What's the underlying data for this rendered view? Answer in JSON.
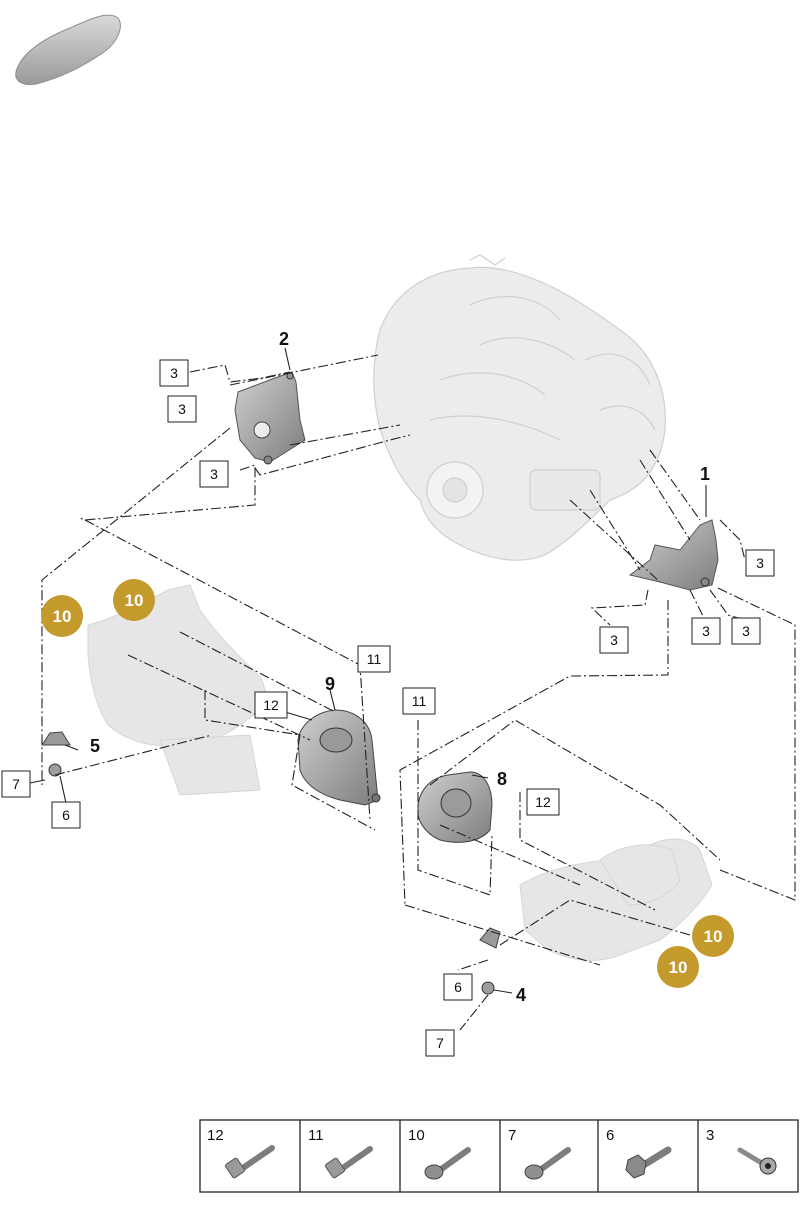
{
  "callouts": {
    "bold": [
      "1",
      "2",
      "4",
      "5",
      "8",
      "9"
    ],
    "boxed_3": "3",
    "boxed_11": "11",
    "boxed_12": "12",
    "boxed_7": "7",
    "boxed_6": "6",
    "circled": "10"
  },
  "legend": [
    {
      "number": "12",
      "icon": "bolt-long-icon"
    },
    {
      "number": "11",
      "icon": "bolt-torx-icon"
    },
    {
      "number": "10",
      "icon": "bolt-flange-icon"
    },
    {
      "number": "7",
      "icon": "bolt-flange-icon"
    },
    {
      "number": "6",
      "icon": "bolt-hex-icon"
    },
    {
      "number": "3",
      "icon": "bolt-washer-icon"
    }
  ],
  "colors": {
    "circle_fill": "#c49a2c",
    "part_gray": "#b9b9b9",
    "ghost_gray": "#e2e2e2",
    "line": "#222222"
  }
}
